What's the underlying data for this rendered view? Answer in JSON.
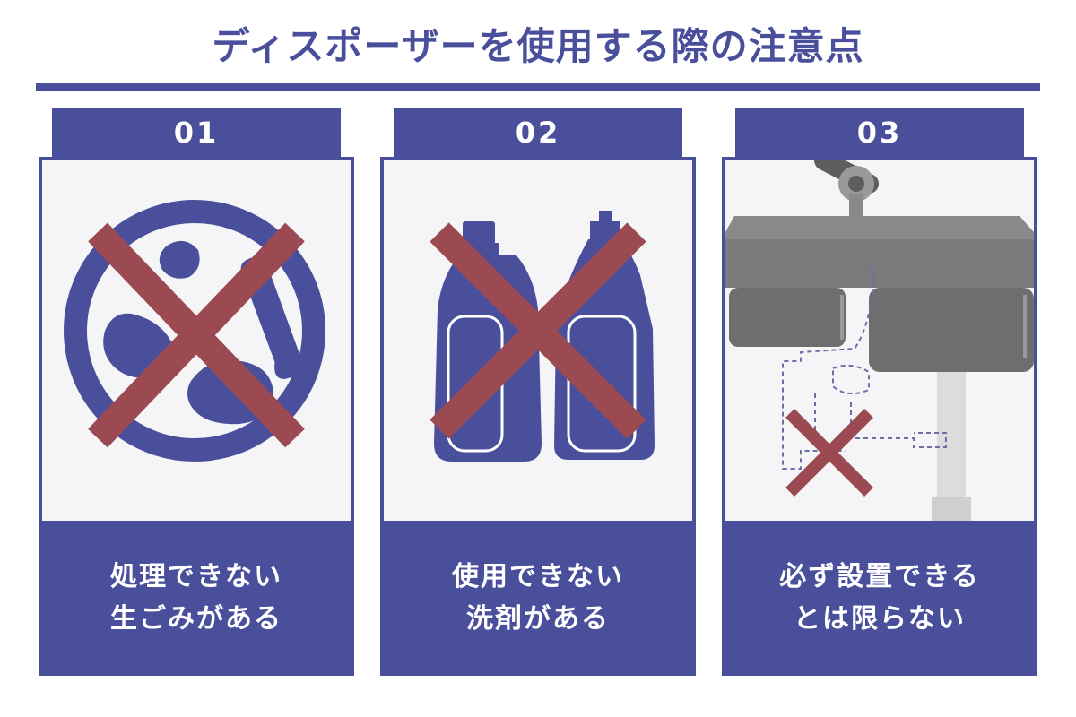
{
  "title": "ディスポーザーを使用する際の注意点",
  "colors": {
    "primary": "#4a4f9c",
    "cross": "#9b4a52",
    "panel": "#f5f5f7",
    "sink": "#7a7a7a"
  },
  "cards": [
    {
      "number": "01",
      "icon": "garbage-prohibited-icon",
      "caption_line1": "処理できない",
      "caption_line2": "生ごみがある"
    },
    {
      "number": "02",
      "icon": "detergent-bottles-prohibited-icon",
      "caption_line1": "使用できない",
      "caption_line2": "洗剤がある"
    },
    {
      "number": "03",
      "icon": "sink-drain-icon",
      "caption_line1": "必ず設置できる",
      "caption_line2": "とは限らない"
    }
  ]
}
